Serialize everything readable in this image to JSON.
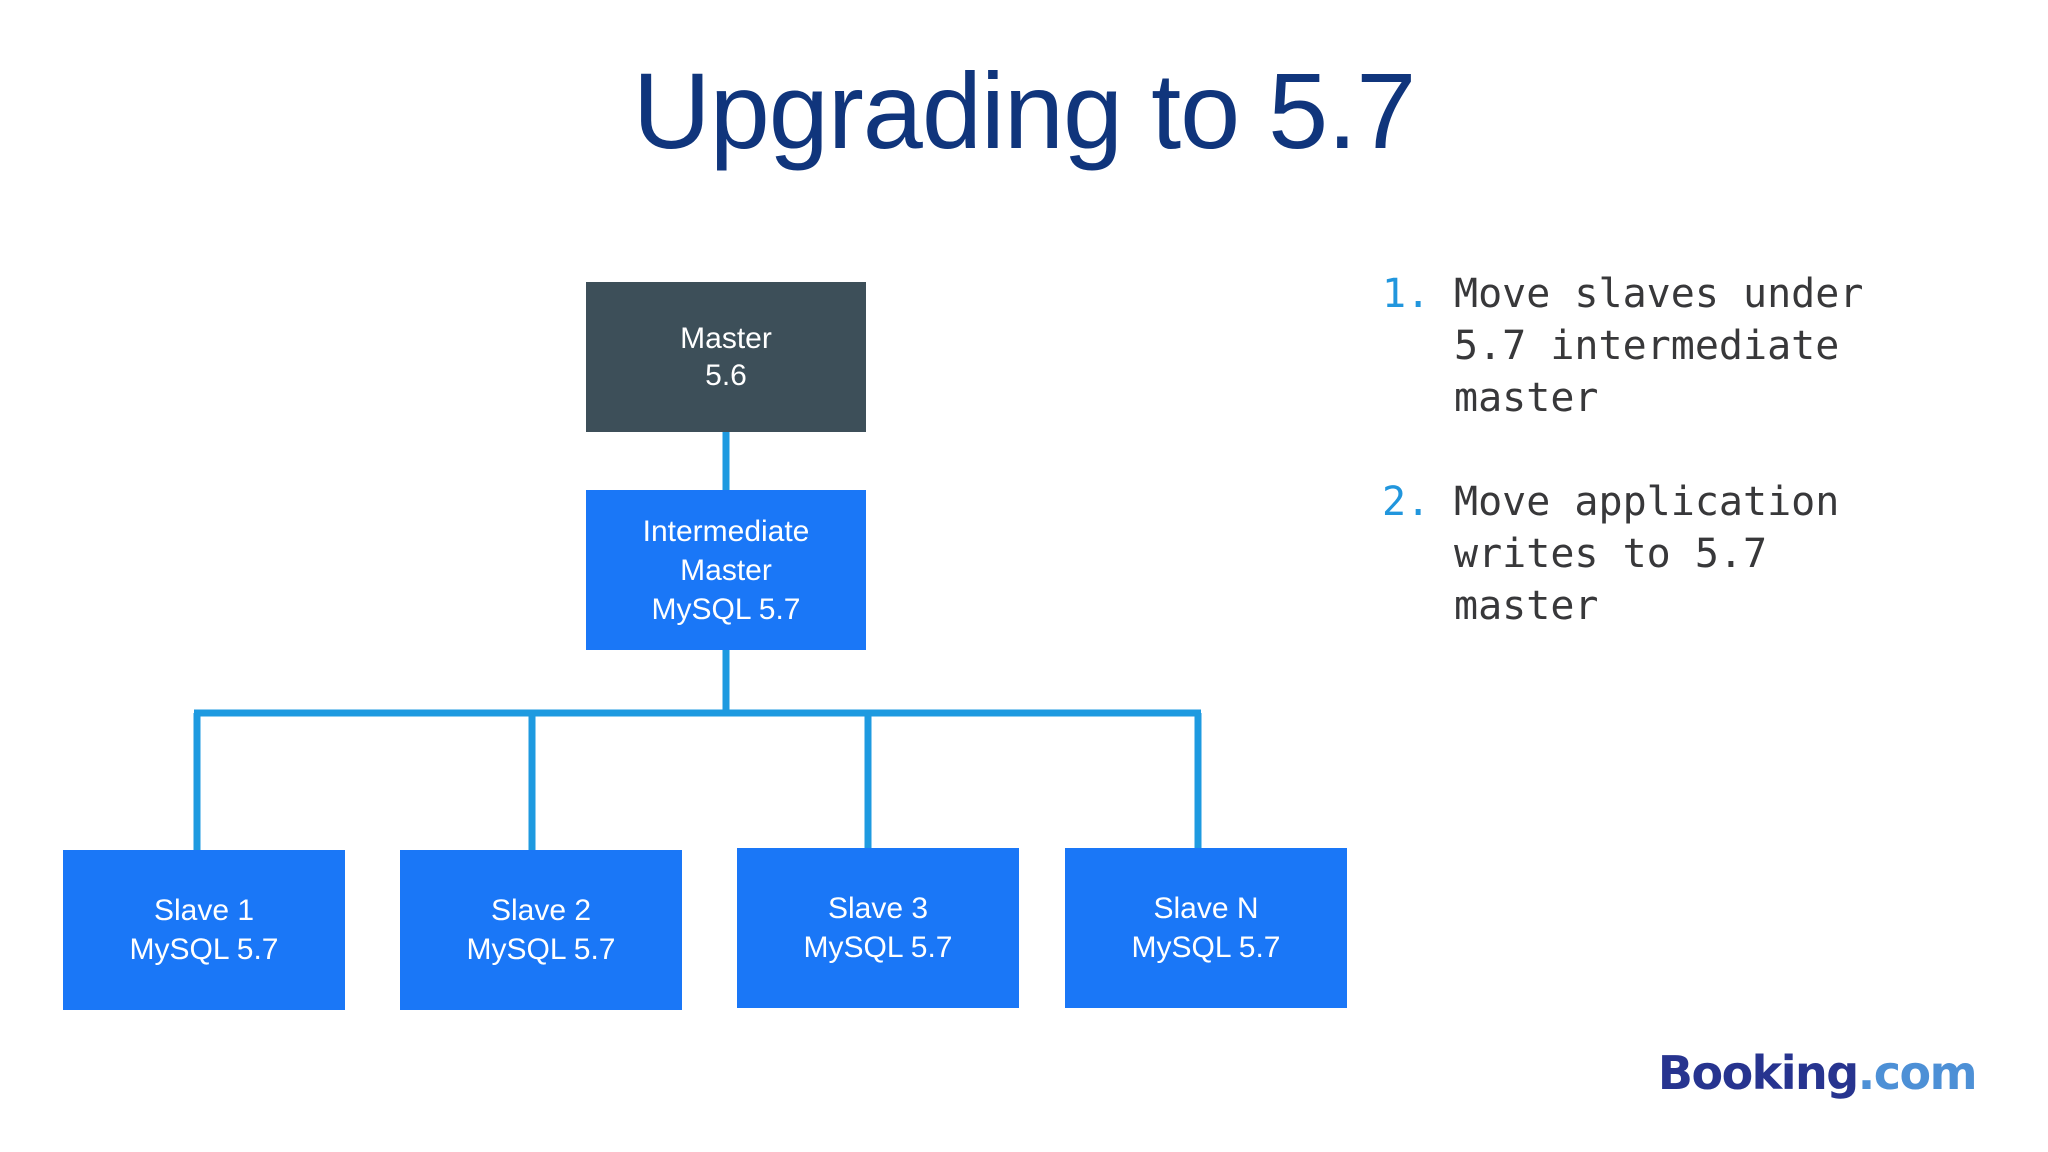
{
  "slide": {
    "title": "Upgrading to 5.7",
    "title_color": "#10357c",
    "background": "#ffffff"
  },
  "diagram": {
    "type": "replication-topology-tree",
    "connector_color": "#1e9ae0",
    "master": {
      "label_line1": "Master",
      "label_line2": "5.6",
      "color": "#3d4f59",
      "text_color": "#ffffff"
    },
    "intermediate": {
      "label_line1": "Intermediate",
      "label_line2": "Master",
      "label_line3": "MySQL 5.7",
      "color": "#1a77f7",
      "text_color": "#ffffff"
    },
    "slaves": [
      {
        "label_line1": "Slave 1",
        "label_line2": "MySQL 5.7",
        "color": "#1a77f7"
      },
      {
        "label_line1": "Slave 2",
        "label_line2": "MySQL 5.7",
        "color": "#1a77f7"
      },
      {
        "label_line1": "Slave 3",
        "label_line2": "MySQL 5.7",
        "color": "#1a77f7"
      },
      {
        "label_line1": "Slave N",
        "label_line2": "MySQL 5.7",
        "color": "#1a77f7"
      }
    ]
  },
  "steps": {
    "marker_color": "#2196dd",
    "text_color": "#38383a",
    "items": [
      {
        "marker": "1.",
        "text": "Move slaves under 5.7 intermediate master"
      },
      {
        "marker": "2.",
        "text": "Move application writes to 5.7 master"
      }
    ]
  },
  "logo": {
    "main": "Booking",
    "tld": ".com",
    "main_color": "#27348f",
    "tld_color": "#4d90d6"
  }
}
